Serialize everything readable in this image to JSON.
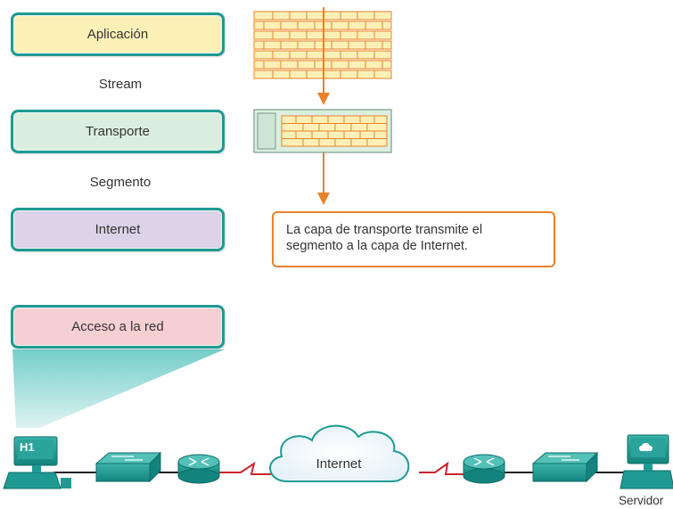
{
  "layers": {
    "application": "Aplicación",
    "transport": "Transporte",
    "internet": "Internet",
    "network_access": "Acceso a la red"
  },
  "pdus": {
    "stream": "Stream",
    "segment": "Segmento"
  },
  "callout": {
    "line1": "La capa de transporte transmite el",
    "line2": "segmento a la capa de Internet."
  },
  "network": {
    "host_label": "H1",
    "cloud_label": "Internet",
    "server_label": "Servidor"
  },
  "colors": {
    "teal_border": "#1e9a92",
    "application_fill": "#fbf1b7",
    "transport_fill": "#dcefdf",
    "internet_fill": "#dcd3e8",
    "network_access_fill": "#f6cfd3",
    "arrow": "#e8822a",
    "device": "#1e9a92",
    "wan_link": "#c9252d"
  }
}
